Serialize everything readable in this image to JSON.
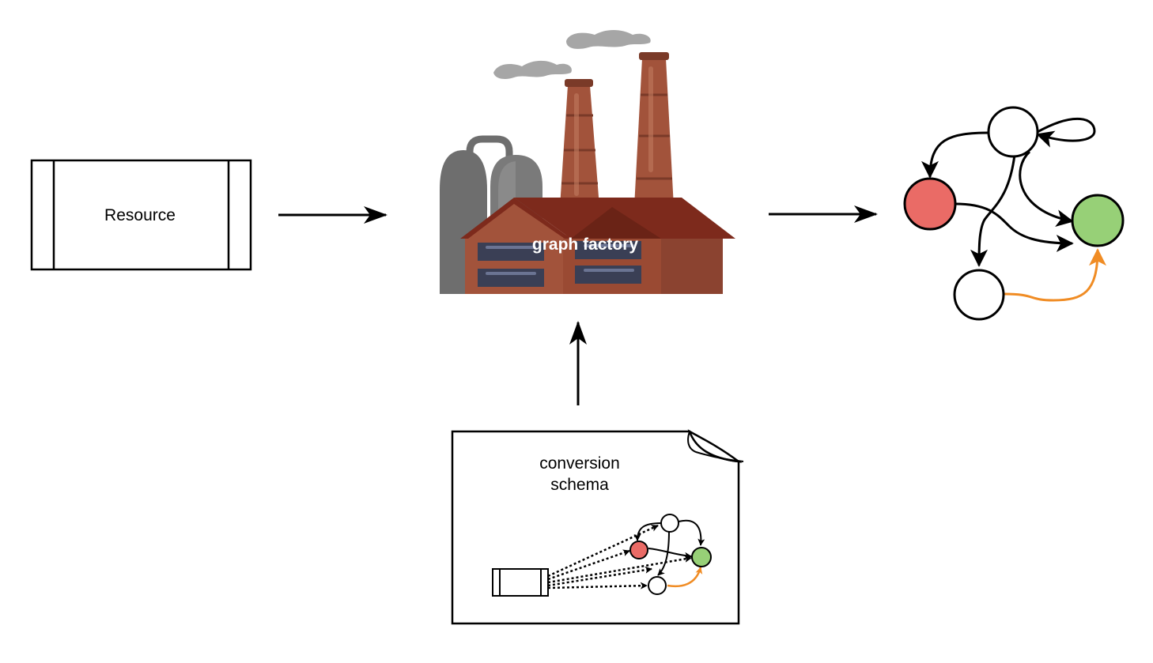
{
  "resource": {
    "label": "Resource"
  },
  "factory": {
    "label": "graph factory"
  },
  "schema": {
    "label_line1": "conversion",
    "label_line2": "schema"
  },
  "colors": {
    "stroke": "#000000",
    "node_red": "#ea6b66",
    "node_green": "#97d077",
    "node_white": "#ffffff",
    "orange_edge": "#f08c24",
    "smoke": "#a6a6a6",
    "brick": "#a2533b",
    "brick_dark": "#7a3a28",
    "roof": "#7d2a1c",
    "silo": "#6e6e6e",
    "window": "#3a3f55"
  }
}
